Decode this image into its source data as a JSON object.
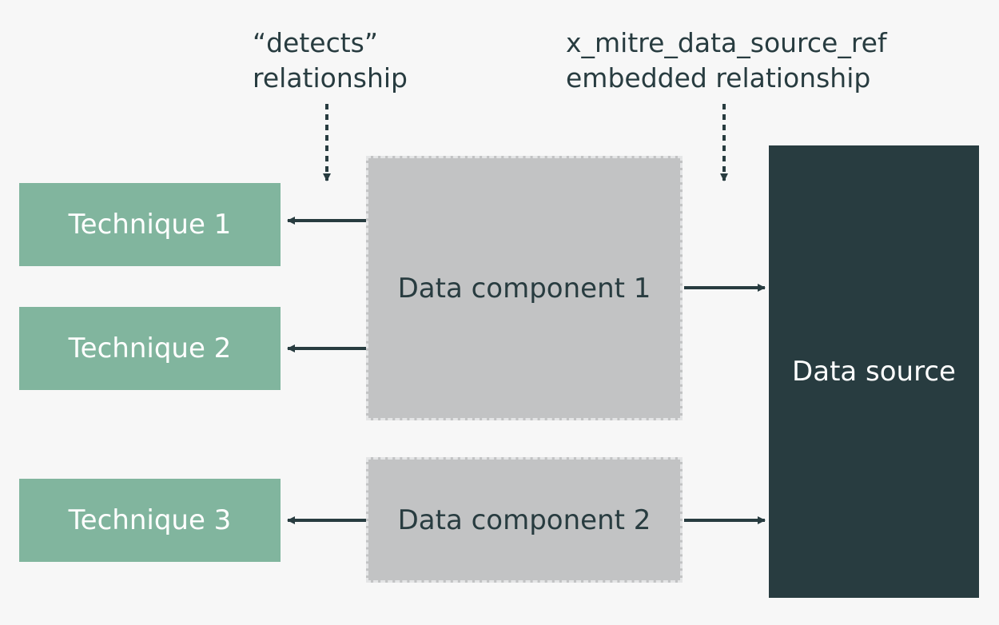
{
  "labels": {
    "detects": {
      "line1": "“detects”",
      "line2": "relationship"
    },
    "embedded": {
      "line1": "x_mitre_data_source_ref",
      "line2": "embedded relationship"
    }
  },
  "techniques": [
    {
      "label": "Technique 1"
    },
    {
      "label": "Technique 2"
    },
    {
      "label": "Technique 3"
    }
  ],
  "components": [
    {
      "label": "Data component 1"
    },
    {
      "label": "Data component 2"
    }
  ],
  "source": {
    "label": "Data source"
  },
  "colors": {
    "background": "#f7f7f7",
    "technique": "#81b59e",
    "component": "#c2c3c4",
    "component_border": "#e4e5e6",
    "source": "#283c40",
    "arrow": "#283c40"
  }
}
